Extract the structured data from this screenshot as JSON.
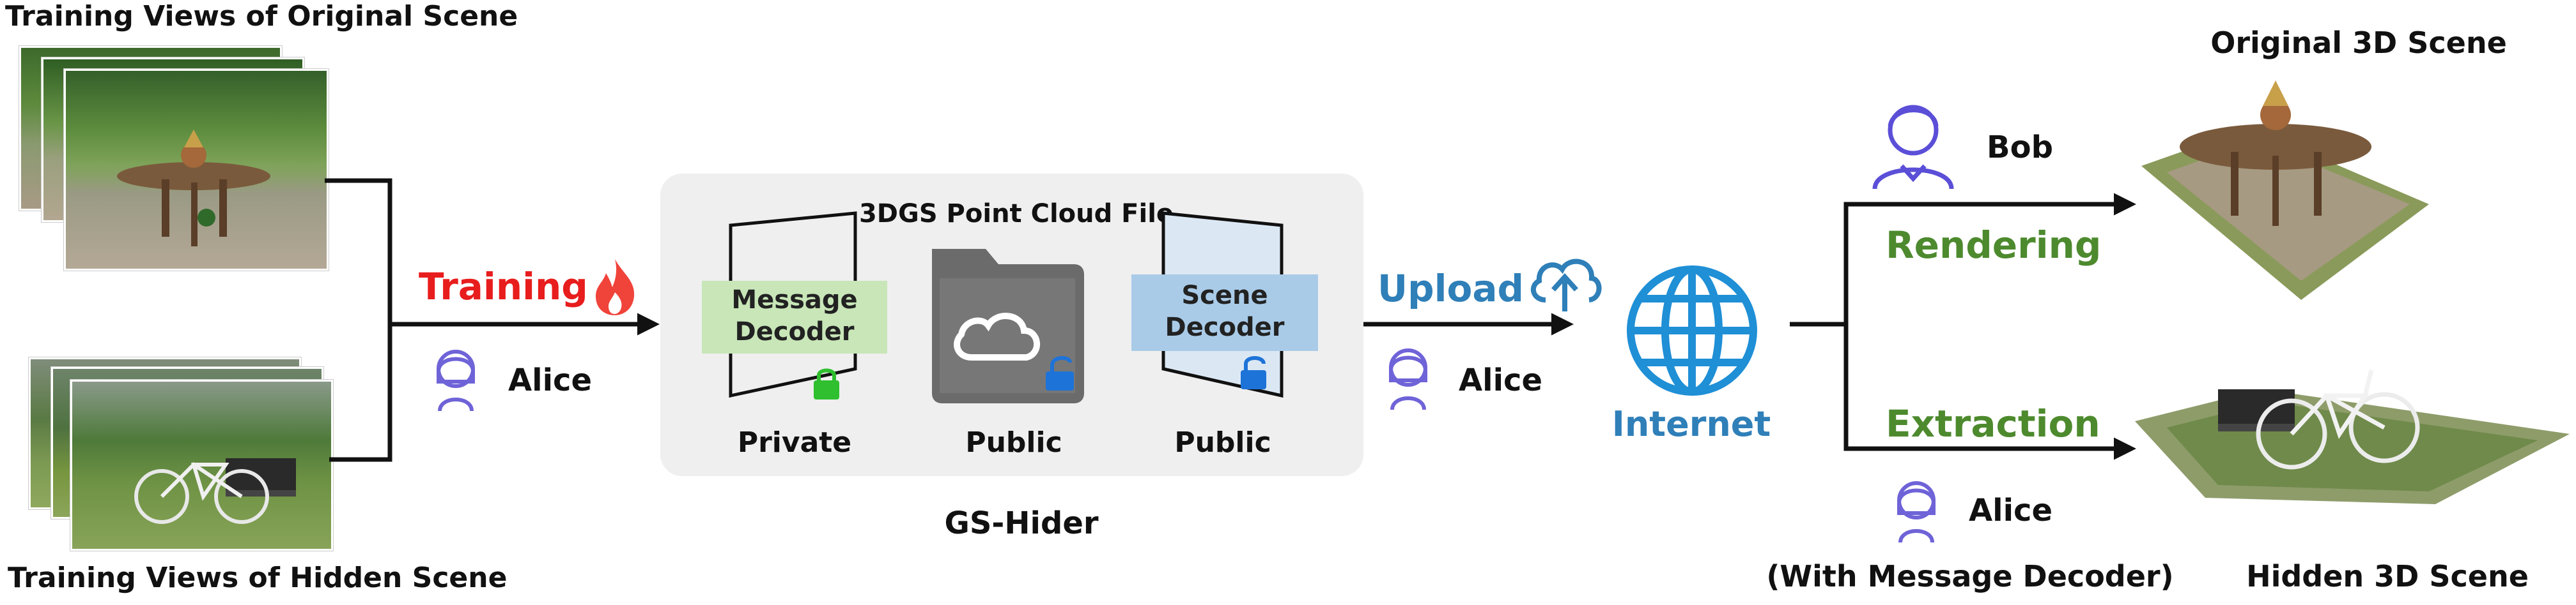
{
  "inputs": {
    "original_title": "Training Views of Original Scene",
    "hidden_title": "Training Views of Hidden Scene"
  },
  "training": {
    "label": "Training",
    "user": "Alice"
  },
  "gs_hider": {
    "panel_title": "3DGS Point Cloud File",
    "name": "GS-Hider",
    "message_decoder": {
      "label": "Message\nDecoder",
      "access": "Private"
    },
    "file": {
      "access": "Public"
    },
    "scene_decoder": {
      "label": "Scene\nDecoder",
      "access": "Public"
    }
  },
  "upload": {
    "label": "Upload",
    "user": "Alice"
  },
  "internet": {
    "label": "Internet"
  },
  "rendering": {
    "label": "Rendering",
    "user": "Bob"
  },
  "extraction": {
    "label": "Extraction",
    "user": "Alice",
    "note": "(With Message Decoder)"
  },
  "outputs": {
    "original_title": "Original 3D Scene",
    "hidden_title": "Hidden 3D Scene"
  },
  "colors": {
    "training_red": "#e81d1d",
    "upload_blue": "#2f7fb8",
    "internet_blue": "#2f7fb8",
    "green_text": "#4d8a2e",
    "message_box": "#c8e6b8",
    "scene_box": "#a9cbe8",
    "file_gray": "#6b6b6b",
    "user_purple": "#6f63d8"
  },
  "icons": [
    "fire-icon",
    "upload-cloud-icon",
    "globe-icon",
    "folder-cloud-icon",
    "lock-icon",
    "unlock-icon",
    "user-icon"
  ]
}
